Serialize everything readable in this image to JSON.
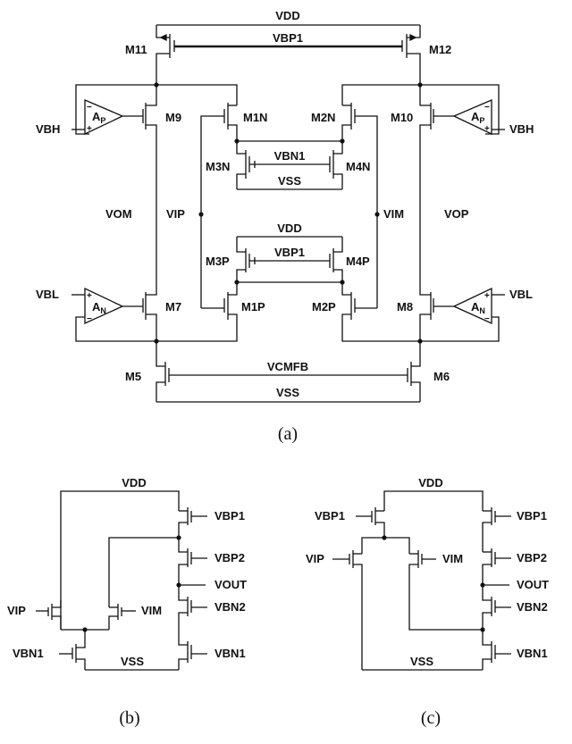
{
  "figure_a": {
    "caption": "(a)",
    "supply_top": "VDD",
    "supply_bottom": "VSS",
    "bias_top": "VBP1",
    "bias_bottom": "VCMFB",
    "inner_n_bias": "VBN1",
    "inner_n_supply": "VSS",
    "inner_p_supply": "VDD",
    "inner_p_bias": "VBP1",
    "inputs": {
      "pos": "VIP",
      "neg": "VIM"
    },
    "outputs": {
      "neg": "VOM",
      "pos": "VOP"
    },
    "amp_bias_high": "VBH",
    "amp_bias_low": "VBL",
    "transistors": {
      "m11": "M11",
      "m12": "M12",
      "m9": "M9",
      "m10": "M10",
      "m1n": "M1N",
      "m2n": "M2N",
      "m3n": "M3N",
      "m4n": "M4N",
      "m3p": "M3P",
      "m4p": "M4P",
      "m1p": "M1P",
      "m2p": "M2P",
      "m7": "M7",
      "m8": "M8",
      "m5": "M5",
      "m6": "M6"
    },
    "amplifiers": {
      "p_label": "A",
      "p_sub": "P",
      "n_label": "A",
      "n_sub": "N"
    }
  },
  "figure_b": {
    "caption": "(b)",
    "supply_top": "VDD",
    "supply_bottom": "VSS",
    "inputs": {
      "pos": "VIP",
      "neg": "VIM"
    },
    "tail_bias": "VBN1",
    "stack_bias": [
      "VBP1",
      "VBP2",
      "VBN2",
      "VBN1"
    ],
    "output": "VOUT"
  },
  "figure_c": {
    "caption": "(c)",
    "supply_top": "VDD",
    "supply_bottom": "VSS",
    "inputs": {
      "pos": "VIP",
      "neg": "VIM"
    },
    "tail_bias": "VBP1",
    "stack_bias": [
      "VBP1",
      "VBP2",
      "VBN2",
      "VBN1"
    ],
    "output": "VOUT"
  }
}
